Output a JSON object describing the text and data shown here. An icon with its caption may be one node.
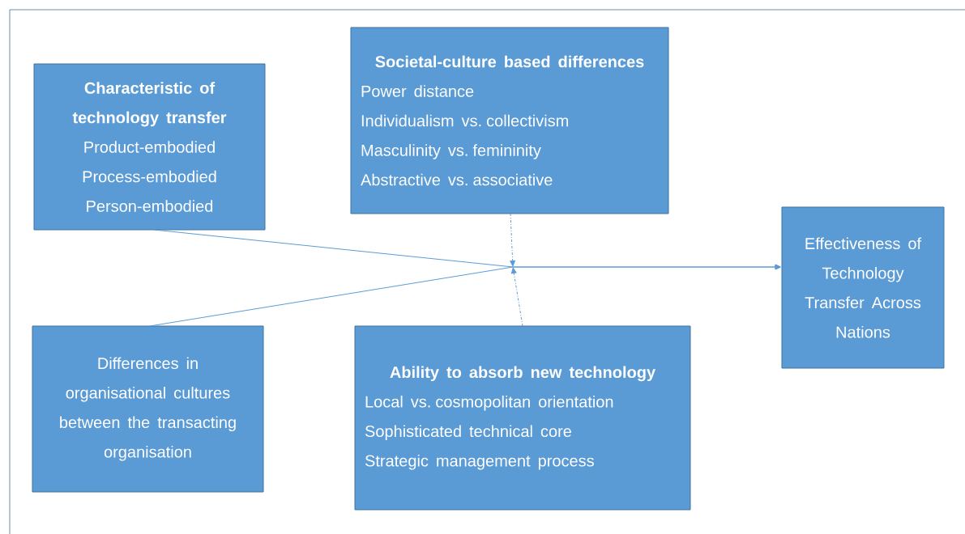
{
  "diagram": {
    "nodes": [
      {
        "text": [
          "Characteristic of technology transfer",
          "Product-embodied",
          "Process-embodied",
          "Person-embodied"
        ]
      },
      {
        "text": [
          "Societal-culture based differences",
          "Power distance",
          "Individualism vs. collectivism",
          "Masculinity vs. femininity",
          "Abstractive vs. associative"
        ]
      },
      {
        "text": [
          "Effectiveness of Technology Transfer Across Nations"
        ]
      },
      {
        "text": [
          "Differences in organisational cultures between the transacting organisation"
        ]
      },
      {
        "text": [
          "Ability to absorb new technology",
          "Local vs. cosmopolitan orientation",
          "Sophisticated technical core",
          "Strategic management process"
        ]
      }
    ],
    "edges": [
      {
        "from": 0,
        "to": 2,
        "arrow": "to"
      },
      {
        "from": 3,
        "to": 2,
        "arrow": "to"
      },
      {
        "from": 1,
        "to": null,
        "arrow": "to",
        "style": "dashed"
      },
      {
        "from": 4,
        "to": null,
        "arrow": "to",
        "style": "dashed"
      }
    ]
  }
}
